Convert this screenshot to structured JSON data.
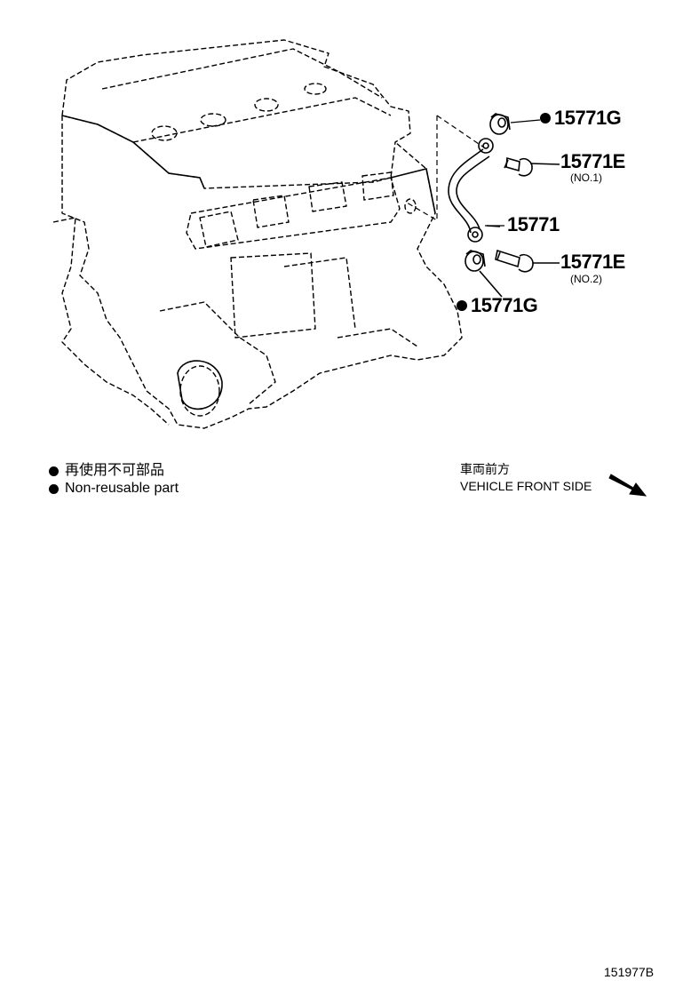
{
  "callouts": {
    "g_top": "15771G",
    "e_no1": "15771E",
    "e_no1_sub": "(NO.1)",
    "tube": "15771",
    "e_no2": "15771E",
    "e_no2_sub": "(NO.2)",
    "g_bottom": "15771G"
  },
  "legend": {
    "jp": "再使用不可部品",
    "en": "Non-reusable part"
  },
  "front": {
    "jp": "車両前方",
    "en": "VEHICLE FRONT SIDE"
  },
  "figure_code": "151977B"
}
